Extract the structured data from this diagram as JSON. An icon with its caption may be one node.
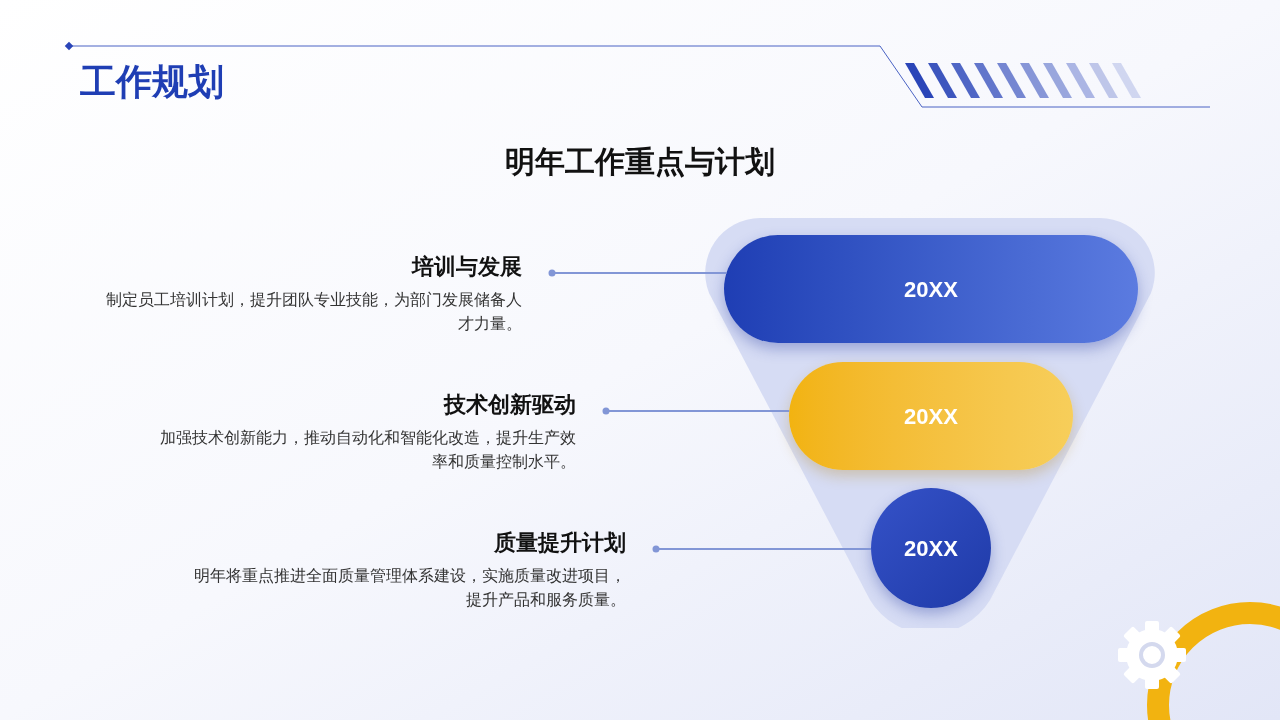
{
  "diagram": {
    "title": "工作规划",
    "nodes": [
      {
        "text": [
          "培训与发展",
          "制定员工培训计划，提升团队专业技能，为部门发展储备人才力量。"
        ]
      },
      {
        "text": [
          "技术创新驱动",
          "加强技术创新能力，推动自动化和智能化改造，提升生产效率和质量控制水平。"
        ]
      },
      {
        "text": [
          "质量提升计划",
          "明年将重点推进全面质量管理体系建设，实施质量改进项目，提升产品和服务质量。"
        ]
      },
      {
        "text": [],
        "shape": "funnel"
      },
      {
        "text": [
          "20XX"
        ],
        "in": 3
      },
      {
        "text": [
          "20XX"
        ],
        "in": 3
      },
      {
        "text": [
          "20XX"
        ],
        "in": 3
      }
    ],
    "edges": [
      {
        "from": 0,
        "to": 4,
        "arrow": "other"
      },
      {
        "from": 1,
        "to": 5,
        "arrow": "other"
      },
      {
        "from": 2,
        "to": 6,
        "arrow": "other"
      }
    ],
    "labels": [
      "明年工作重点与计划"
    ]
  }
}
